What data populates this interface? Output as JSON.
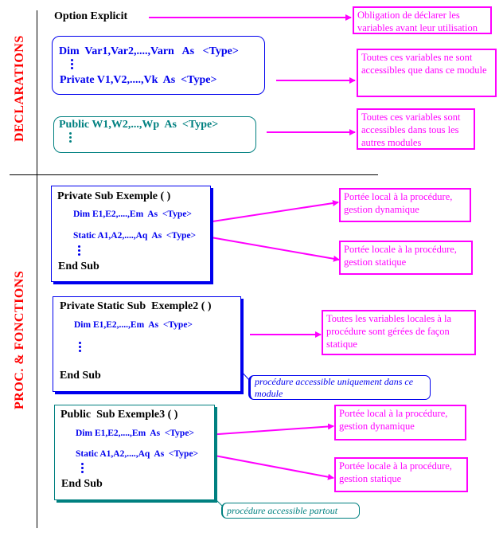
{
  "sections": {
    "declarations_label": "DECLARATIONS",
    "procedures_label": "PROC. & FONCTIONS"
  },
  "declarations": {
    "option_explicit": "Option Explicit",
    "option_note": "Obligation de déclarer les variables avant leur utilisation",
    "private_block": {
      "line1": "Dim  Var1,Var2,....,Varn   As   <Type>",
      "line2": "Private V1,V2,....,Vk  As  <Type>",
      "note": "Toutes ces variables ne sont accessibles que dans ce module"
    },
    "public_block": {
      "line1": "Public W1,W2,...,Wp  As  <Type>",
      "note": "Toutes ces variables sont accessibles dans tous les autres modules"
    }
  },
  "procedures": [
    {
      "header": "Private Sub Exemple ( )",
      "dim": "Dim E1,E2,....,Em  As  <Type>",
      "static": "Static A1,A2,....,Aq  As  <Type>",
      "end": "End Sub",
      "dim_note": "Portée local à la procédure, gestion dynamique",
      "static_note": "Portée locale à la procédure, gestion statique"
    },
    {
      "header": "Private Static Sub  Exemple2 ( )",
      "dim": "Dim E1,E2,....,Em  As  <Type>",
      "end": "End Sub",
      "note": "Toutes les variables locales à la procédure sont gérées de façon statique",
      "callout": "procédure accessible uniquement dans ce module"
    },
    {
      "header": "Public  Sub Exemple3 ( )",
      "dim": "Dim E1,E2,....,Em  As  <Type>",
      "static": "Static A1,A2,....,Aq  As  <Type>",
      "end": "End Sub",
      "dim_note": "Portée local à la procédure, gestion dynamique",
      "static_note": "Portée locale à la procédure, gestion statique",
      "callout": "procédure accessible partout"
    }
  ],
  "colors": {
    "section_label": "#ff0000",
    "note": "#ff00ff",
    "private": "#0000ee",
    "public": "#008080"
  }
}
